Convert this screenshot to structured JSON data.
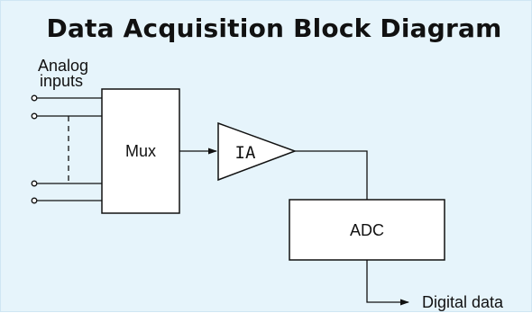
{
  "title": "Data Acquisition Block Diagram",
  "inputs_label": [
    "Analog",
    "inputs"
  ],
  "mux_label": "Mux",
  "amp_label": "IA",
  "adc_label": "ADC",
  "output_label": "Digital data",
  "colors": {
    "background": "#e6f4fb",
    "stroke": "#111111"
  }
}
